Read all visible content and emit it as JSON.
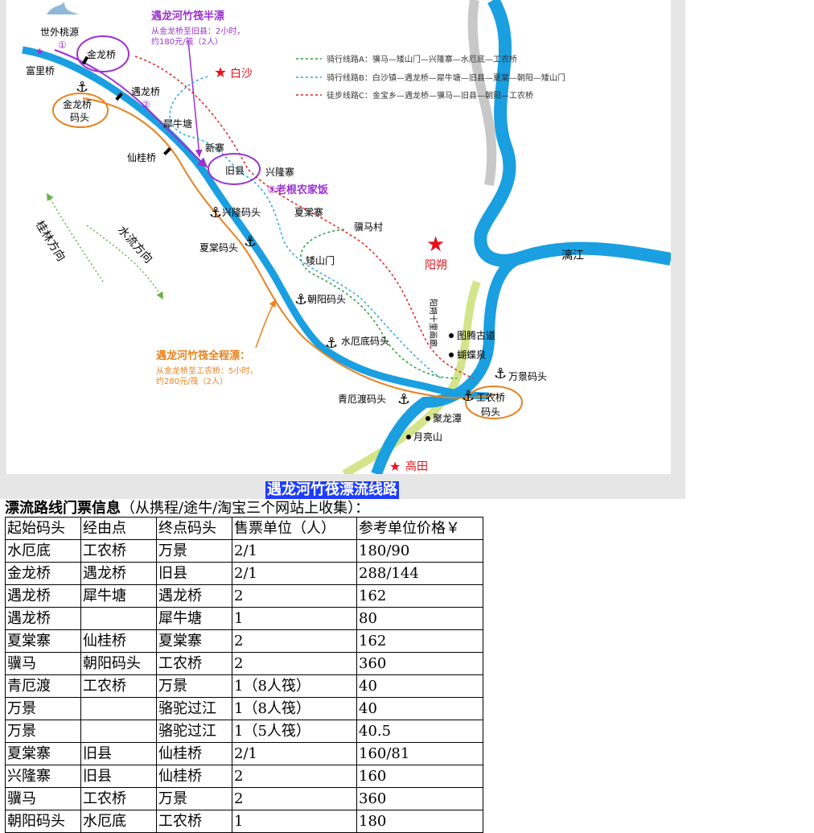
{
  "map": {
    "caption": "遇龙河竹筏漂流线路",
    "places": {
      "shiwai": "世外桃源",
      "fuli": "富里桥",
      "jinlong": "金龙桥",
      "jinlong_pier_1": "金龙桥",
      "jinlong_pier_2": "码头",
      "baisha": "白沙",
      "yulong": "遇龙桥",
      "xiniutang": "犀牛塘",
      "xinzhai": "新寨",
      "jiuxian": "旧县",
      "xinglongzhai": "兴隆寨",
      "xianguiqiao": "仙桂桥",
      "xinglong_pier": "兴隆码头",
      "xiatangzhai": "夏棠寨",
      "xiatang_pier": "夏棠码头",
      "jimacun": "骥马村",
      "aishanmen": "矮山门",
      "chaoyang_pier": "朝阳码头",
      "shuiedi_pier": "水厄底码头",
      "yangshuo": "阳朔",
      "lijiang": "漓江",
      "tuteng": "图腾古道",
      "diehuiquan": "蝴蝶泉",
      "road_label": "阳朔十里画廊",
      "wanjing_pier": "万景码头",
      "gongnong_1": "工农桥",
      "gongnong_2": "码头",
      "qingedu_pier": "青厄渡码头",
      "julongtan": "聚龙潭",
      "yueliangshan": "月亮山",
      "gaotian": "高田",
      "guilin_dir": "桂林方向",
      "flow_dir": "水流方向"
    },
    "markers": {
      "m1": "①",
      "m2": "②",
      "m3": "③老根农家饭"
    },
    "half_drift": {
      "title": "遇龙河竹筏半漂",
      "line1": "从金龙桥至旧县：2小时，",
      "line2": "约180元/筏（2人）"
    },
    "full_drift": {
      "title": "遇龙河竹筏全程漂：",
      "line1": "从金龙桥至工农桥：5小时，",
      "line2": "约280元/筏（2人）"
    },
    "legend": [
      {
        "text": "骑行线路A：骥马—矮山门—兴隆寨—水厄底—工农桥",
        "color": "#2a9d3a"
      },
      {
        "text": "骑行线路B：白沙镇—遇龙桥—犀牛塘—旧县—夏棠—朝阳—矮山门",
        "color": "#29a8e0"
      },
      {
        "text": "徒步线路C：金宝乡—遇龙桥—骥马—旧县—朝阳—工农桥",
        "color": "#e02020"
      }
    ],
    "colors": {
      "river": "#1a9fe0",
      "drift_route": "#e8821e",
      "half_route": "#9b30d0",
      "star": "#e8101a",
      "highway": "#d4e48a",
      "road": "#bbbbbb"
    }
  },
  "tickets": {
    "heading_bold": "漂流路线门票信息",
    "heading_rest": "（从携程/途牛/淘宝三个网站上收集）：",
    "columns": [
      "起始码头",
      "经由点",
      "终点码头",
      "售票单位（人）",
      "参考单位价格￥"
    ],
    "rows": [
      [
        "水厄底",
        "工农桥",
        "万景",
        "2/1",
        "180/90"
      ],
      [
        "金龙桥",
        "遇龙桥",
        "旧县",
        "2/1",
        "288/144"
      ],
      [
        "遇龙桥",
        "犀牛塘",
        "遇龙桥",
        "2",
        "162"
      ],
      [
        "遇龙桥",
        "",
        "犀牛塘",
        "1",
        "80"
      ],
      [
        "夏棠寨",
        "仙桂桥",
        "夏棠寨",
        "2",
        "162"
      ],
      [
        "骥马",
        "朝阳码头",
        "工农桥",
        "2",
        "360"
      ],
      [
        "青厄渡",
        "工农桥",
        "万景",
        "1（8人筏）",
        "40"
      ],
      [
        "万景",
        "",
        "骆驼过江",
        "1（8人筏）",
        "40"
      ],
      [
        "万景",
        "",
        "骆驼过江",
        "1（5人筏）",
        "40.5"
      ],
      [
        "夏棠寨",
        "旧县",
        "仙桂桥",
        "2/1",
        "160/81"
      ],
      [
        "兴隆寨",
        "旧县",
        "仙桂桥",
        "2",
        "160"
      ],
      [
        "骥马",
        "工农桥",
        "万景",
        "2",
        "360"
      ],
      [
        "朝阳码头",
        "水厄底",
        "工农桥",
        "1",
        "180"
      ]
    ]
  }
}
